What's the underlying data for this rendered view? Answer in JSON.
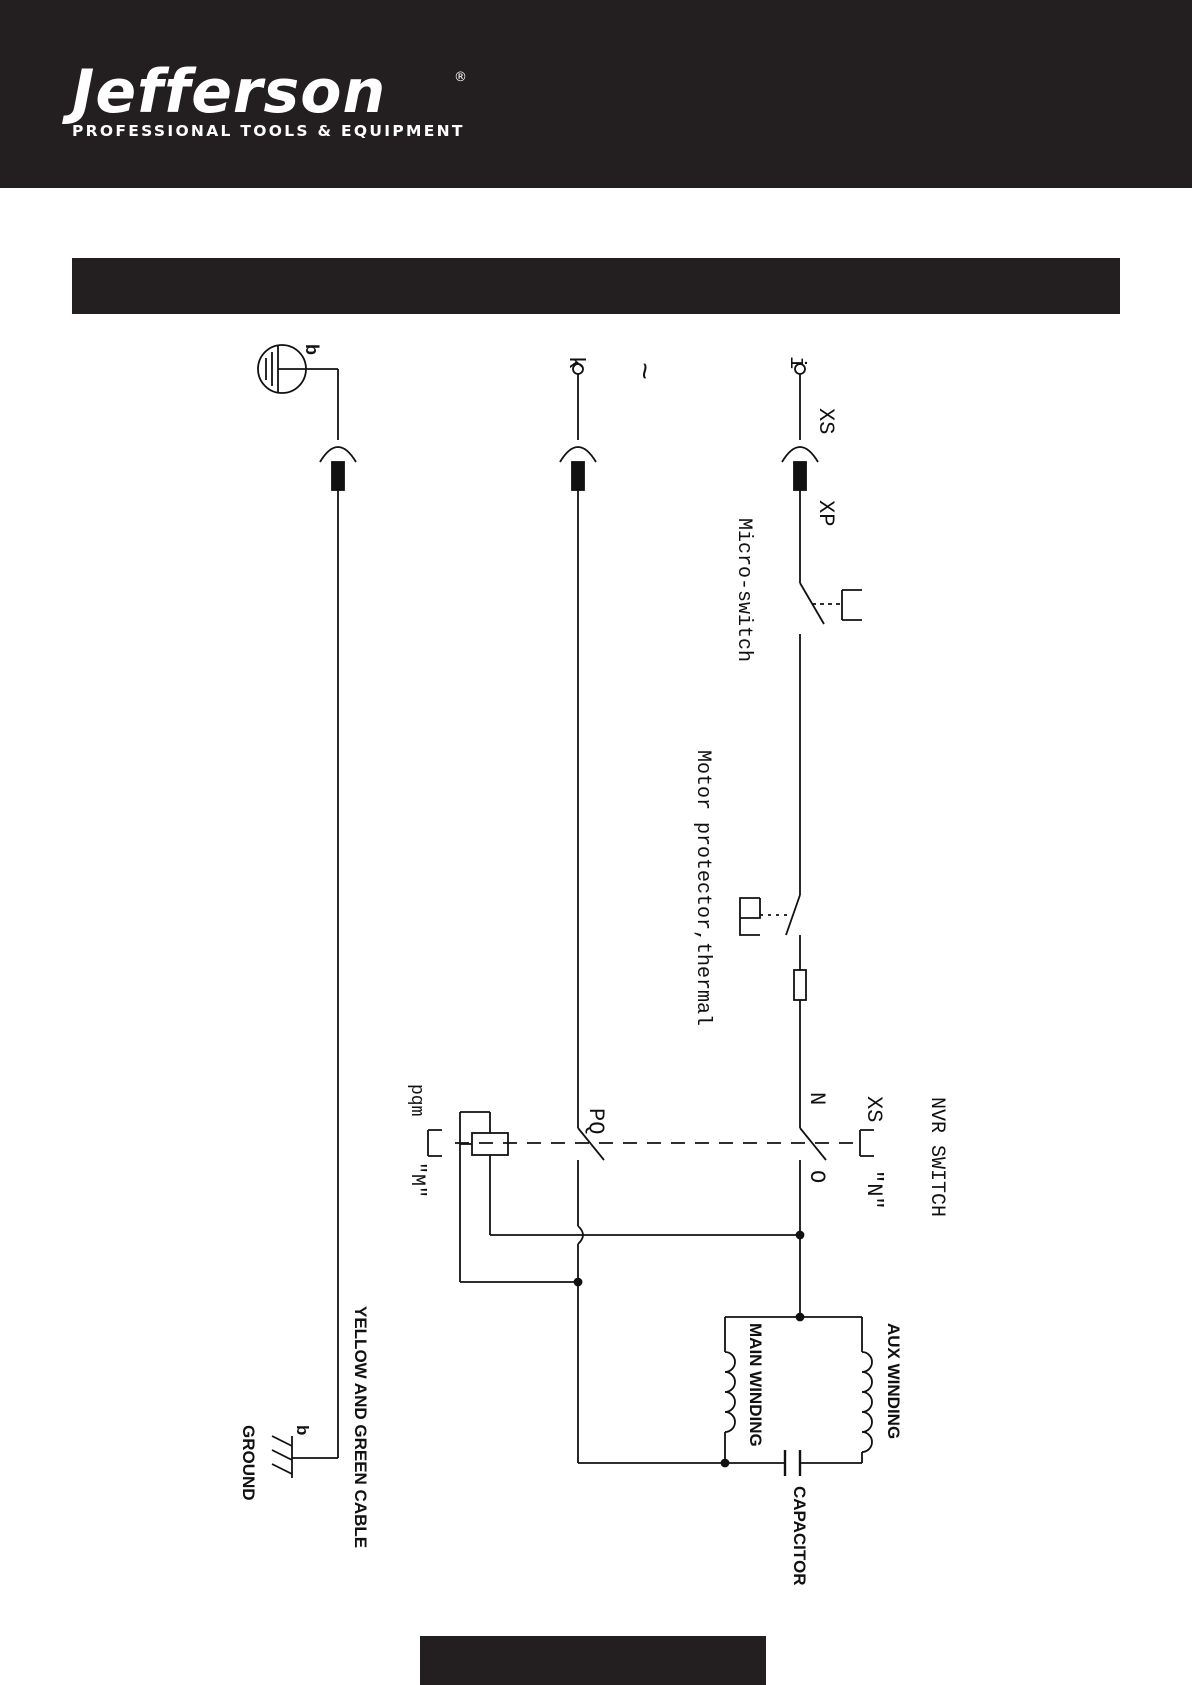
{
  "brand": {
    "name": "Jefferson",
    "registered_mark": "®",
    "tagline": "PROFESSIONAL TOOLS & EQUIPMENT"
  },
  "diagram": {
    "terminals": {
      "t1": "i",
      "t2": "k",
      "t3": "b",
      "ac_symbol": "~"
    },
    "connectors": {
      "socket": "XS",
      "plug": "XP"
    },
    "labels": {
      "micro_switch": "Micro-switch",
      "motor_protector": "Motor protector,thermal",
      "nvr_switch": "NVR SWITCH",
      "nvr_xs": "XS",
      "nvr_n": "N",
      "nvr_o": "O",
      "nvr_n_quoted": "\"N\"",
      "nvr_pq": "PQ",
      "nvr_pqm": "pqm",
      "nvr_m_quoted": "\"M\"",
      "aux_winding": "AUX WINDING",
      "main_winding": "MAIN WINDING",
      "capacitor": "CAPACITOR",
      "cable": "YELLOW AND GREEN CABLE",
      "ground_b": "b",
      "ground": "GROUND"
    }
  }
}
